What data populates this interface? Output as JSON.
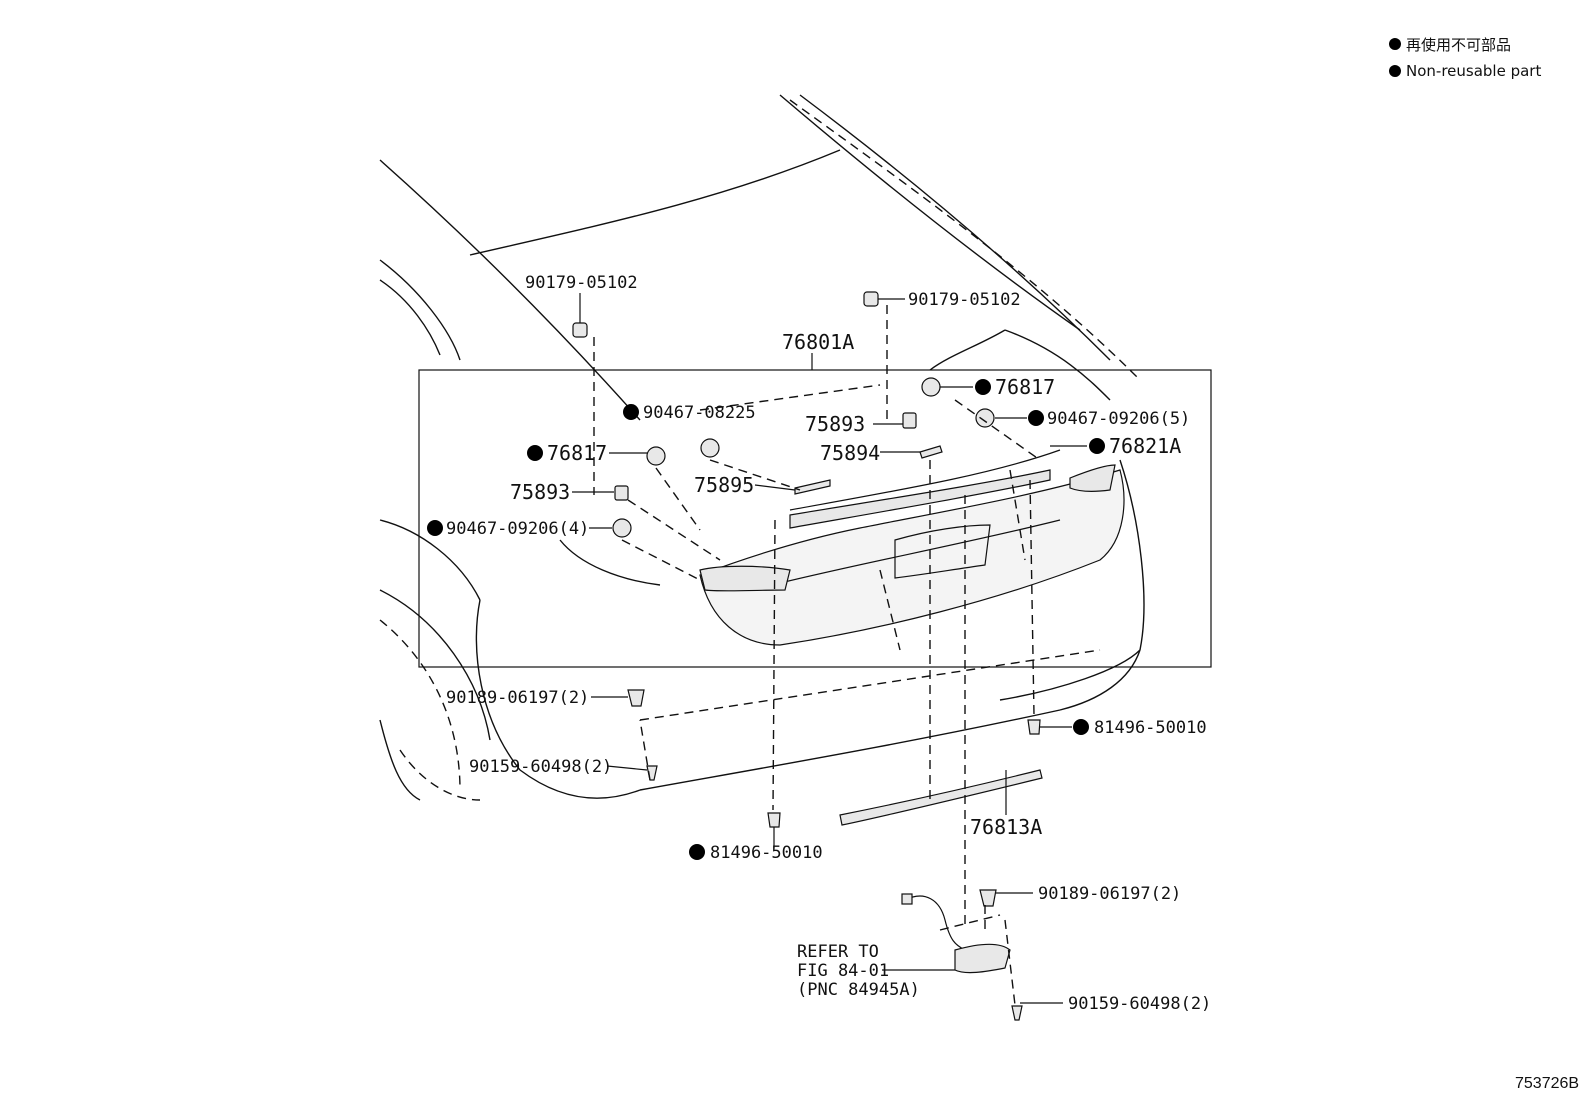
{
  "legend": {
    "jp": "再使用不可部品",
    "en": "Non-reusable part"
  },
  "diagram_code": "753726B",
  "labels": {
    "clip_top_left": "90179-05102",
    "clip_top_right": "90179-05102",
    "assy": "76801A",
    "nut_08225": "90467-08225",
    "clip_76817_right": "76817",
    "clip_09206_5": "90467-09206(5)",
    "stay_75893_right": "75893",
    "stay_75894": "75894",
    "mark_76821A": "76821A",
    "clip_76817_left": "76817",
    "emblem_75895": "75895",
    "stay_75893_left": "75893",
    "clip_09206_4": "90467-09206(4)",
    "clip_06197_left": "90189-06197(2)",
    "screw_60498_left": "90159-60498(2)",
    "nut_50010_right": "81496-50010",
    "nut_50010_left": "81496-50010",
    "garnish_76813A": "76813A",
    "clip_06197_right": "90189-06197(2)",
    "screw_60498_right": "90159-60498(2)",
    "refer_line1": "REFER TO",
    "refer_line2": "FIG 84-01",
    "refer_line3": "(PNC 84945A)"
  }
}
